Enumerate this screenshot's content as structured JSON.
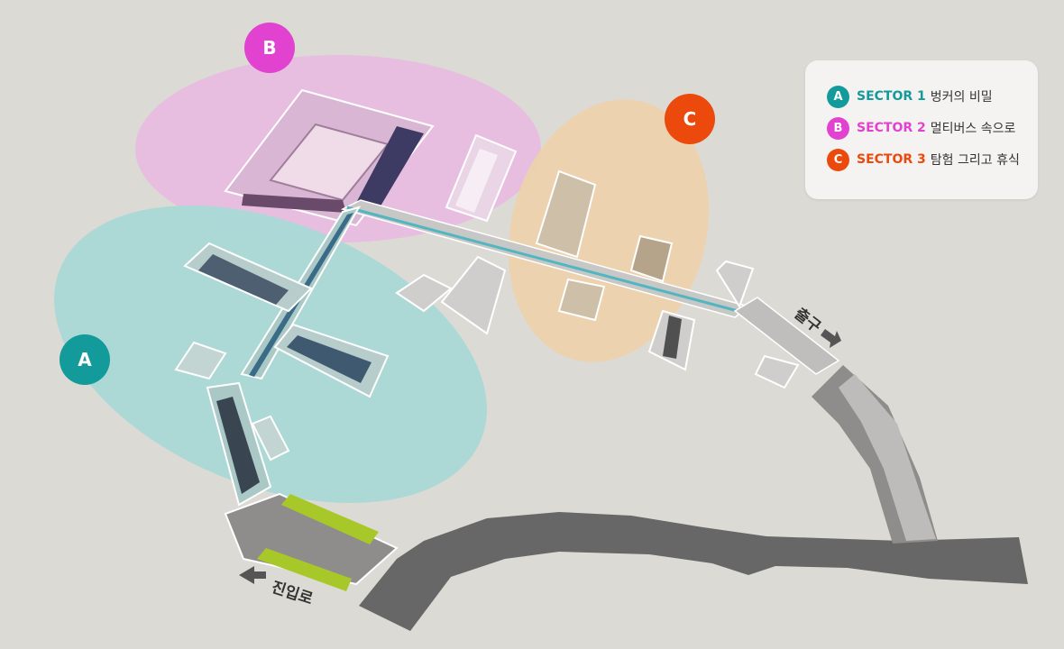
{
  "colors": {
    "sector_a": "#139a9a",
    "sector_b": "#e142cf",
    "sector_c": "#ec4a0d",
    "zone_a_fill": "#a9d9d6",
    "zone_b_fill": "#e8bde0",
    "zone_c_fill": "#ecd2ad",
    "background": "#dcdad5",
    "road": "#676767"
  },
  "markers": {
    "a": "A",
    "b": "B",
    "c": "C"
  },
  "legend": {
    "items": [
      {
        "letter": "A",
        "sector": "SECTOR 1",
        "title": "벙커의 비밀",
        "icon": "circle-a-icon"
      },
      {
        "letter": "B",
        "sector": "SECTOR 2",
        "title": "멀티버스 속으로",
        "icon": "circle-b-icon"
      },
      {
        "letter": "C",
        "sector": "SECTOR 3",
        "title": "탐험 그리고 휴식",
        "icon": "circle-c-icon"
      }
    ]
  },
  "labels": {
    "entrance": "진입로",
    "exit": "출구"
  }
}
